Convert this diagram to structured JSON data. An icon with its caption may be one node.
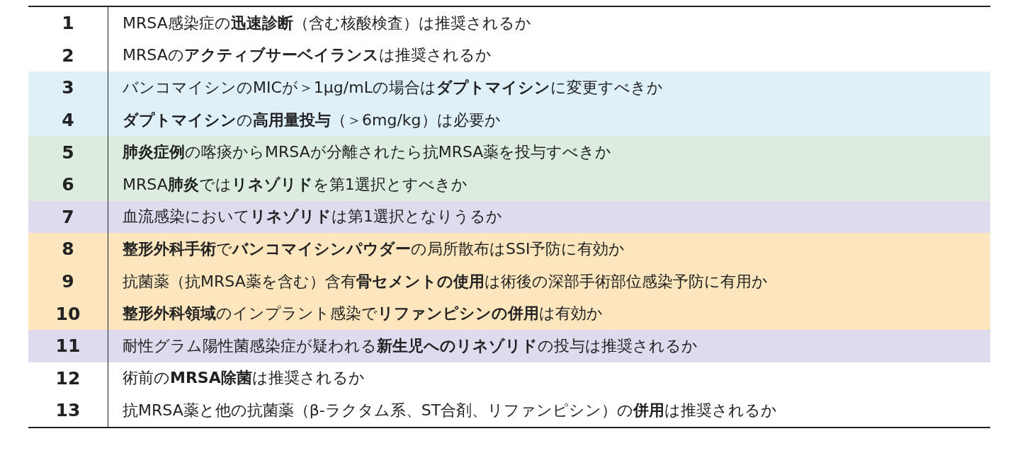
{
  "diagram": {
    "labels": [
      "1",
      "MRSA感染症の**迅速診断**（含む核酸検査）は推奨されるか",
      "2",
      "MRSAの**アクティブサーベイランス**は推奨されるか",
      "3",
      "バンコマイシンのMICが＞1μg/mLの場合は**ダプトマイシン**に変更すべきか",
      "4",
      "**ダプトマイシン**の**高用量投与**（＞6mg/kg）は必要か",
      "5",
      "**肺炎症例**の喀痰からMRSAが分離されたら抗MRSA薬を投与すべきか",
      "6",
      "MRSA**肺炎**では**リネゾリド**を第1選択とすべきか",
      "7",
      "血流感染において**リネゾリド**は第1選択となりうるか",
      "8",
      "**整形外科手術**で**バンコマイシンパウダー**の局所散布はSSI予防に有効か",
      "9",
      "抗菌薬（抗MRSA薬を含む）含有**骨セメントの使用**は術後の深部手術部位感染予防に有用か",
      "10",
      "**整形外科領域**のインプラント感染で**リファンピシンの併用**は有効か",
      "11",
      "耐性グラム陽性菌感染症が疑われる**新生児へのリネゾリド**の投与は推奨されるか",
      "12",
      "術前の**MRSA除菌**は推奨されるか",
      "13",
      "抗MRSA薬と他の抗菌薬（β-ラクタム系、ST合剤、リファンピシン）の**併用**は推奨されるか"
    ]
  }
}
